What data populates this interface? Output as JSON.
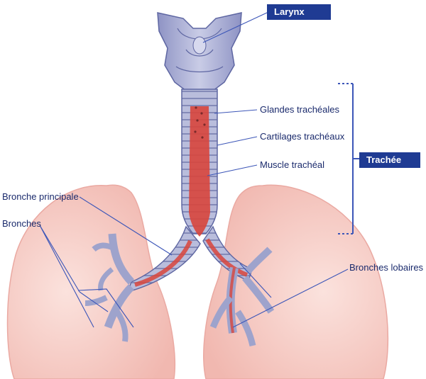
{
  "labels": {
    "larynx": "Larynx",
    "trachee": "Trachée",
    "glandes": "Glandes trachéales",
    "cartilages": "Cartilages trachéaux",
    "muscle": "Muscle trachéal",
    "bronche_principale": "Bronche principale",
    "bronches": "Bronches",
    "bronches_lobaires": "Bronches lobaires"
  },
  "colors": {
    "lung": "#f6c9c2",
    "lung_edge": "#eaa9a2",
    "cartilage": "#a9aed0",
    "cartilage_edge": "#6d74a8",
    "muscle": "#d8453c",
    "leader": "#3c56b8",
    "tag_bg": "#1f3b93"
  }
}
